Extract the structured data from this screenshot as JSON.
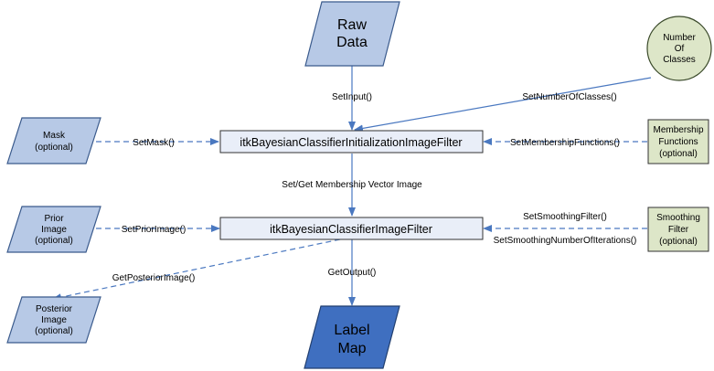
{
  "nodes": {
    "raw_data": {
      "lines": [
        "Raw",
        "Data"
      ]
    },
    "number_of_classes": {
      "lines": [
        "Number",
        "Of",
        "Classes"
      ]
    },
    "mask": {
      "lines": [
        "Mask",
        "(optional)"
      ]
    },
    "init_filter": {
      "label": "itkBayesianClassifierInitializationImageFilter"
    },
    "membership_functions": {
      "lines": [
        "Membership",
        "Functions",
        "(optional)"
      ]
    },
    "prior_image": {
      "lines": [
        "Prior",
        "Image",
        "(optional)"
      ]
    },
    "classifier_filter": {
      "label": "itkBayesianClassifierImageFilter"
    },
    "smoothing_filter": {
      "lines": [
        "Smoothing",
        "Filter",
        "(optional)"
      ]
    },
    "posterior_image": {
      "lines": [
        "Posterior",
        "Image",
        "(optional)"
      ]
    },
    "label_map": {
      "lines": [
        "Label",
        "Map"
      ]
    }
  },
  "edges": {
    "set_input": "SetInput()",
    "set_number_of_classes": "SetNumberOfClasses()",
    "set_mask": "SetMask()",
    "set_membership_functions": "SetMembershipFunctions()",
    "membership_vector_image": "Set/Get Membership Vector Image",
    "set_prior_image": "SetPriorImage()",
    "set_smoothing_filter": "SetSmoothingFilter()",
    "set_smoothing_iterations": "SetSmoothingNumberOfIterations()",
    "get_posterior_image": "GetPosteriorImage()",
    "get_output": "GetOutput()"
  },
  "colors": {
    "data_fill": "#b7c9e6",
    "data_stroke": "#3a5a8c",
    "label_map_fill": "#3f6fc0",
    "filter_fill": "#e9eef8",
    "param_fill": "#dde6c8",
    "arrow": "#4a78c0"
  }
}
